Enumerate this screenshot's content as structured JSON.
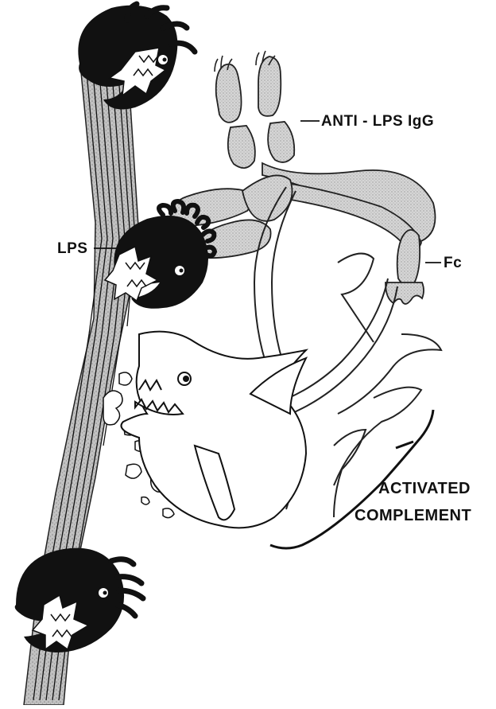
{
  "labels": {
    "anti_lps_igg": "ANTI - LPS IgG",
    "lps": "LPS",
    "fc": "Fc",
    "activated_complement_line1": "ACTIVATED",
    "activated_complement_line2": "COMPLEMENT"
  },
  "colors": {
    "ink": "#111111",
    "antibody_fill": "#c9c9c9",
    "membrane_fill": "#bdbdbd",
    "background": "#ffffff"
  }
}
